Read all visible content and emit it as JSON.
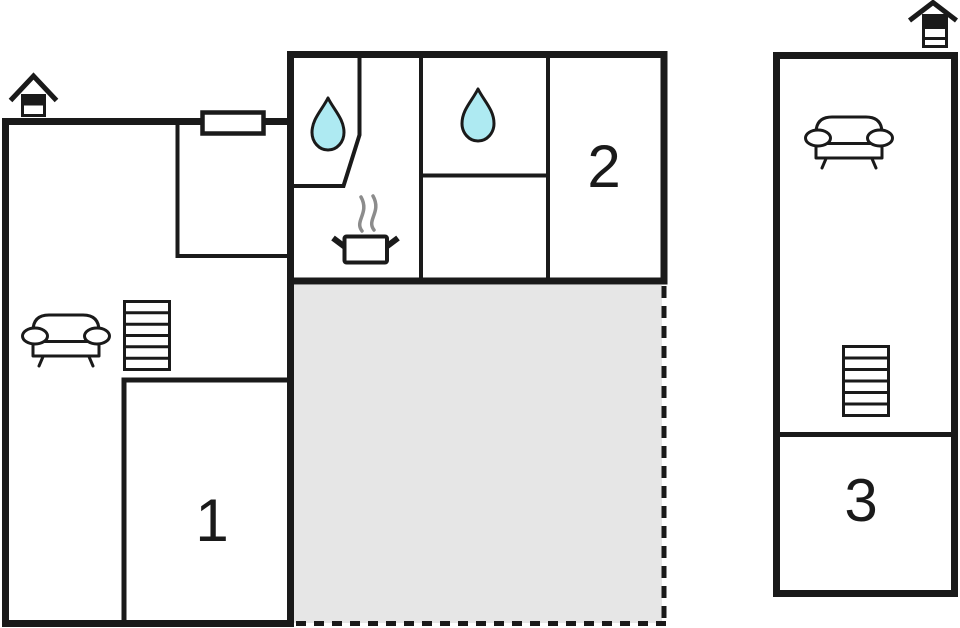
{
  "plan": {
    "type": "floor-plan"
  },
  "rooms": [
    {
      "id": "room-1",
      "label": "1"
    },
    {
      "id": "room-2",
      "label": "2"
    },
    {
      "id": "room-3",
      "label": "3"
    }
  ],
  "colors": {
    "wall": "#1a1a1a",
    "water": "#aeeaf2",
    "terrace": "#e6e6e6",
    "steam": "#8c8c8c",
    "background": "#ffffff"
  },
  "icons": {
    "left_house": "house-entrance-icon",
    "right_house": "house-entrance-icon",
    "left_sofa": "sofa-icon",
    "right_sofa": "sofa-icon",
    "left_stairs": "stairs-icon",
    "right_stairs": "stairs-icon",
    "bathroom_drop": "water-drop-icon",
    "wc_drop": "water-drop-icon",
    "stove_pot": "cooking-pot-icon",
    "steam": "steam-icon",
    "window": "window-symbol"
  }
}
